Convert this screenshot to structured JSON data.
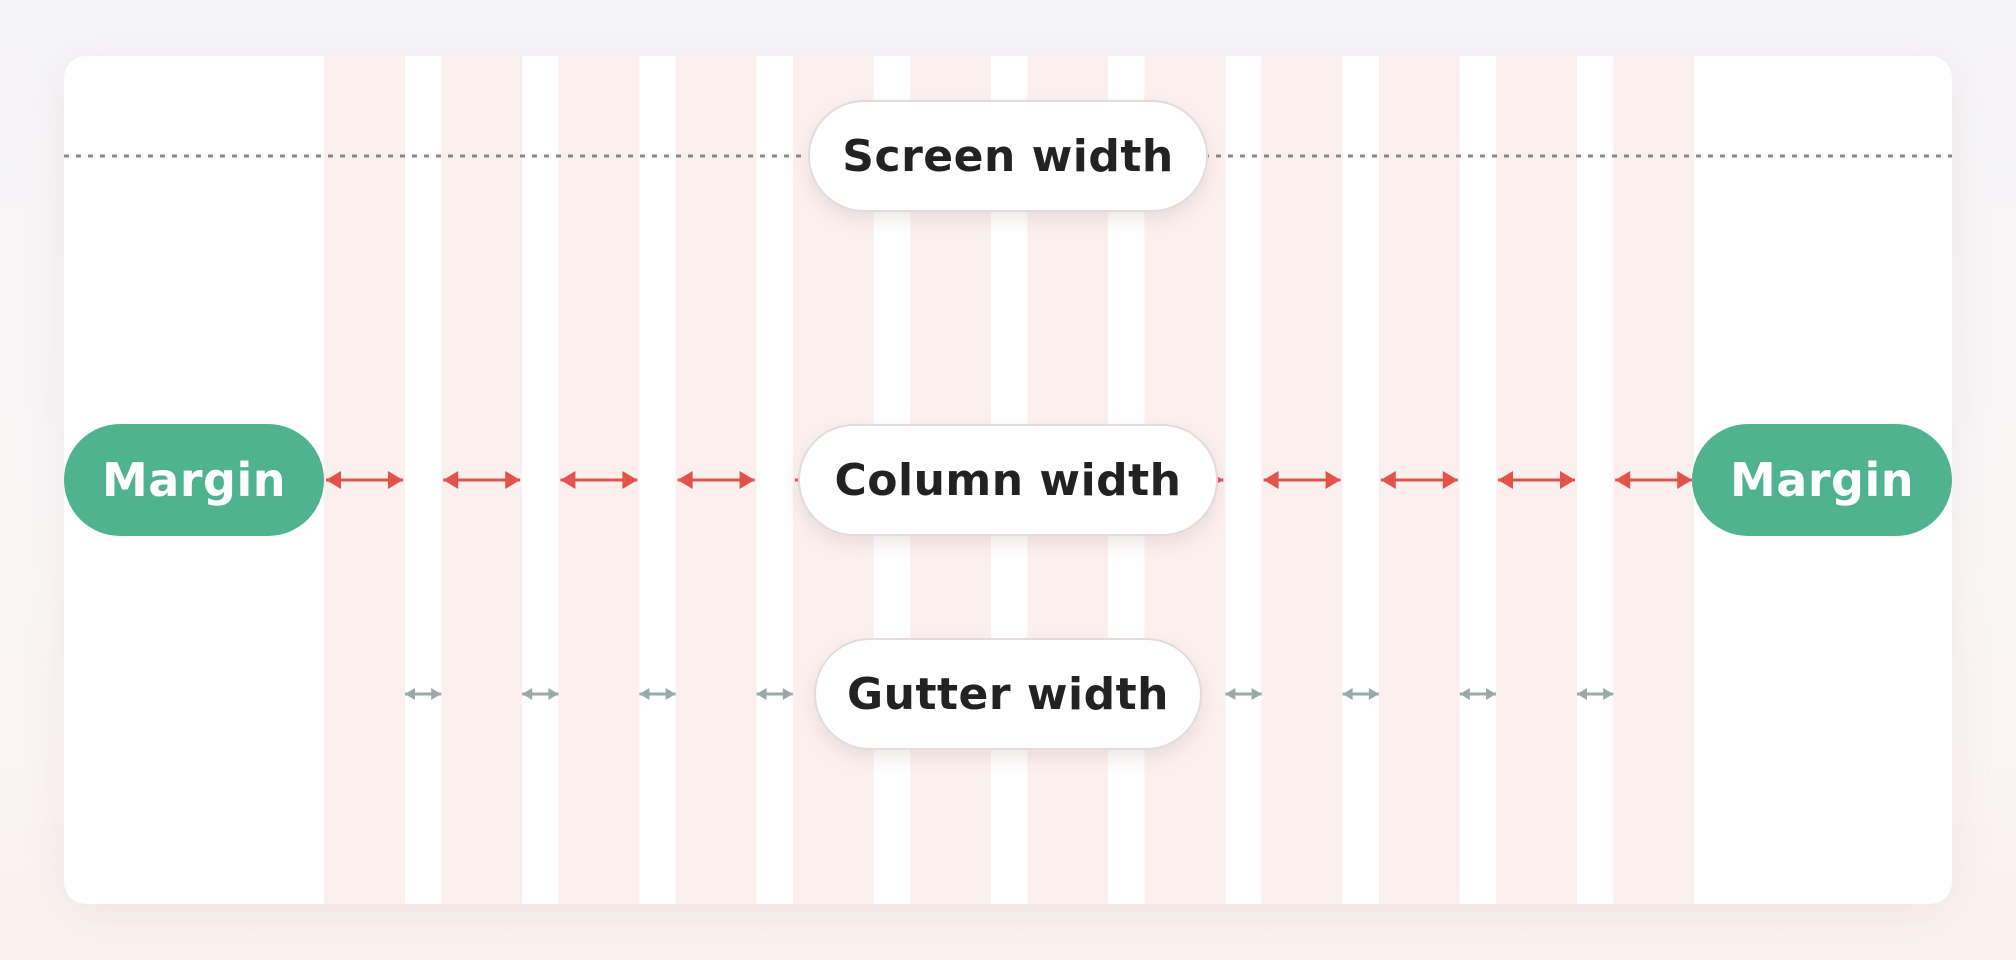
{
  "labels": {
    "screen_width": "Screen width",
    "column_width": "Column width",
    "gutter_width": "Gutter width",
    "margin_left": "Margin",
    "margin_right": "Margin"
  },
  "grid": {
    "columns": 12,
    "colors": {
      "column_fill": "#fcf0ef",
      "gutter_fill": "#ffffff",
      "margin_fill": "#ffffff",
      "column_arrow": "#e2534a",
      "gutter_arrow": "#9aaaa8",
      "dotted_line": "#8a8a8a",
      "margin_pill": "#4fb38f"
    }
  }
}
